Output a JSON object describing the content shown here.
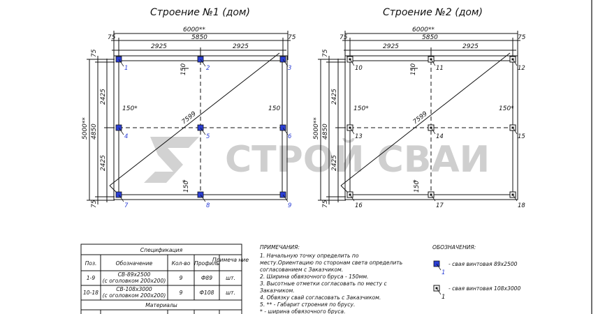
{
  "colors": {
    "ink": "#111111",
    "accent": "#2b3fd6",
    "watermark": "#cfcfcf"
  },
  "building1": {
    "title": "Строение №1 (дом)",
    "dim_total_w": "6000**",
    "dim_inner_w": "5850",
    "dim_half": "2925",
    "dim_edge": "75",
    "dim_total_h": "5000**",
    "dim_inner_h": "4850",
    "dim_half_v": "2425",
    "diagonal": "7599",
    "beam": "150",
    "beam_star": "150*",
    "star": "*",
    "pile_labels": [
      "1",
      "2",
      "3",
      "4",
      "5",
      "6",
      "7",
      "8",
      "9"
    ]
  },
  "building2": {
    "title": "Строение №2 (дом)",
    "dim_total_w": "6000**",
    "dim_inner_w": "5850",
    "dim_half": "2925",
    "dim_edge": "75",
    "dim_total_h": "5000**",
    "dim_inner_h": "4850",
    "dim_half_v": "2425",
    "diagonal": "7599",
    "beam": "150",
    "beam_star": "150*",
    "star": "*",
    "pile_labels": [
      "10",
      "11",
      "12",
      "13",
      "14",
      "15",
      "16",
      "17",
      "18"
    ]
  },
  "watermark": {
    "text": "СТРОЙ СВАИ"
  },
  "spec": {
    "title": "Спецификация",
    "headers": [
      "Поз.",
      "Обозначение",
      "Кол-во",
      "Профиль",
      "Примеча ние"
    ],
    "rows": [
      {
        "pos": "1-9",
        "name1": "СВ-89х2500",
        "name2": "(с оголовком 200х200)",
        "qty": "9",
        "profile": "Ф89",
        "note": "шт."
      },
      {
        "pos": "10-18",
        "name1": "СВ-108х3000",
        "name2": "(с оголовком 200х200)",
        "qty": "9",
        "profile": "Ф108",
        "note": "шт."
      }
    ],
    "materials": "Материалы"
  },
  "notes": {
    "title": "ПРИМЕЧАНИЯ:",
    "lines": [
      "1.       Начальную точку определить по",
      "месту.Ориентацию по сторонам света определить",
      "согласованием с Заказчиком.",
      "2.       Ширина обвязочного бруса - 150мм.",
      "3.       Высотные отметки согласовать по месту с",
      "Заказчиком.",
      "4.       Обвязку свай согласовать с Заказчиком.",
      "5.          ** -  Габарит строения по брусу.",
      "* - ширина обвязочного бруса."
    ]
  },
  "legend": {
    "title": "ОБОЗНАЧЕНИЯ:",
    "items": [
      {
        "num": "1",
        "label": "- свая винтовая 89х2500"
      },
      {
        "num": "1",
        "label": "- свая винтовая 108х3000"
      }
    ]
  }
}
